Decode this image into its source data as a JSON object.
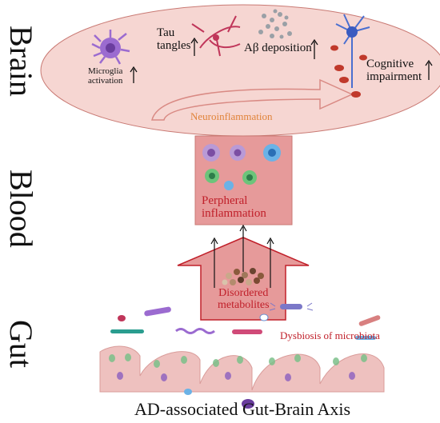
{
  "axis_labels": {
    "brain": "Brain",
    "blood": "Blood",
    "gut": "Gut"
  },
  "brain": {
    "microglia": "Microglia\nactivation",
    "tau": "Tau\ntangles",
    "abeta": "Aβ deposition",
    "cognitive": "Cognitive\nimpairment",
    "neuroinflammation": "Neuroinflammation"
  },
  "blood": {
    "peripheral": "Perpheral\ninflammation"
  },
  "gut": {
    "metabolites": "Disordered\nmetabolites",
    "dysbiosis": "Dysbiosis of microbiota"
  },
  "caption": "AD-associated Gut-Brain Axis",
  "colors": {
    "ellipse_fill": "#f6d6d2",
    "ellipse_stroke": "#c97a74",
    "box_fill": "#e69a9a",
    "accent_red": "#c0202a",
    "orange_text": "#e0833a"
  }
}
